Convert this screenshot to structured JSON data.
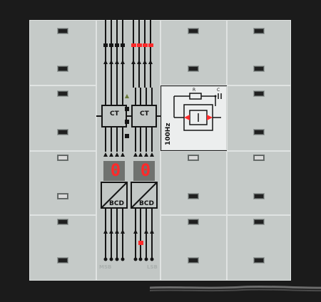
{
  "module": {
    "counter_label": "CT",
    "decoder_label": "BCD",
    "display_digits": [
      "0",
      "0"
    ],
    "clock_label": "100Hz",
    "msb_label": "MSB",
    "lsb_label": "LSB",
    "led_color": "#ff2a2a",
    "panel_color": "#c5cac8",
    "background_color": "#1b1b1b"
  }
}
